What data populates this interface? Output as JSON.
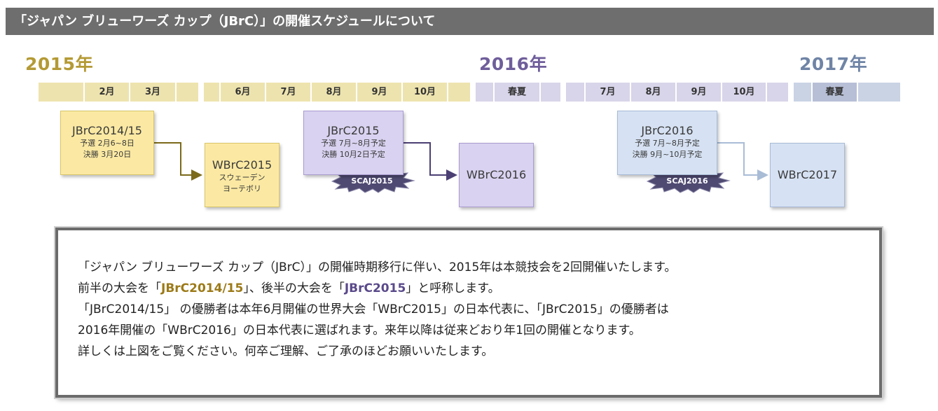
{
  "header": {
    "title": "「ジャパン ブリューワーズ カップ（JBrC）」の開催スケジュールについて"
  },
  "years": {
    "y2015": "2015年",
    "y2016": "2016年",
    "y2017": "2017年"
  },
  "timeline": {
    "m2": "2月",
    "m3": "3月",
    "m6": "6月",
    "m7": "7月",
    "m8": "8月",
    "m9": "9月",
    "m10": "10月",
    "spring1": "春夏",
    "n7": "7月",
    "n8": "8月",
    "n9": "9月",
    "n10": "10月",
    "spring2": "春夏"
  },
  "events": {
    "jbrc2014": {
      "title": "JBrC2014/15",
      "line1": "予選  2月6~8日",
      "line2": "決勝  3月20日"
    },
    "wbrc2015": {
      "title": "WBrC2015",
      "line1": "スウェーデン",
      "line2": "ヨーテボリ"
    },
    "jbrc2015": {
      "title": "JBrC2015",
      "line1": "予選  7月~8月予定",
      "line2": "決勝 10月2日予定"
    },
    "scaj2015": {
      "label": "SCAJ2015"
    },
    "wbrc2016": {
      "title": "WBrC2016"
    },
    "jbrc2016": {
      "title": "JBrC2016",
      "line1": "予選  7月~8月予定",
      "line2": "決勝 9月~10月予定"
    },
    "scaj2016": {
      "label": "SCAJ2016"
    },
    "wbrc2017": {
      "title": "WBrC2017"
    }
  },
  "notice": {
    "l1": "「ジャパン ブリューワーズ カップ（JBrC）」の開催時期移行に伴い、2015年は本競技会を2回開催いたします。",
    "l2a": "前半の大会を「",
    "l2b": "JBrC2014/15",
    "l2c": "」、後半の大会を「",
    "l2d": "JBrC2015",
    "l2e": "」と呼称します。",
    "l3": "「JBrC2014/15」 の優勝者は本年6月開催の世界大会「WBrC2015」の日本代表に、「JBrC2015」の優勝者は",
    "l4": "2016年開催の「WBrC2016」の日本代表に選ばれます。来年以降は従来どおり年1回の開催となります。",
    "l5": "詳しくは上図をご覧ください。何卒ご理解、ご了承のほどお願いいたします。"
  },
  "colors": {
    "header_bg": "#6e6e6e",
    "year2015": "#b49a35",
    "year2016": "#6f5e9b",
    "year2017": "#6f84a6",
    "notice_border": "#6b6b6b"
  }
}
